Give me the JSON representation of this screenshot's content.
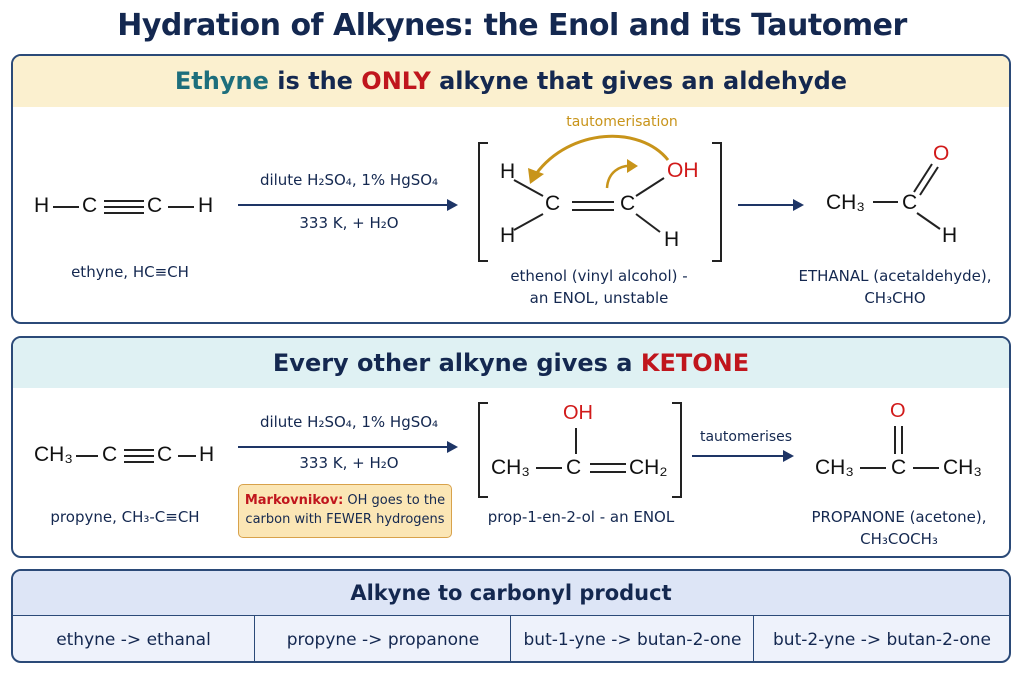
{
  "title": "Hydration of Alkynes: the Enol and its Tautomer",
  "panel1": {
    "heading": {
      "part1": "Ethyne",
      "part2": " is the ",
      "part3": "ONLY",
      "part4": " alkyne that gives an aldehyde"
    },
    "reactant_label": "ethyne, HC≡CH",
    "conditions_top": "dilute H₂SO₄, 1% HgSO₄",
    "conditions_bottom": "333 K, + H₂O",
    "tautomerisation_label": "tautomerisation",
    "enol_label_line1": "ethenol (vinyl alcohol) -",
    "enol_label_line2": "an ENOL, unstable",
    "product_label_line1": "ETHANAL (acetaldehyde),",
    "product_label_line2": "CH₃CHO"
  },
  "panel2": {
    "heading": {
      "part1": "Every other alkyne gives a ",
      "part2": "KETONE"
    },
    "reactant_label": "propyne, CH₃-C≡CH",
    "conditions_top": "dilute H₂SO₄, 1% HgSO₄",
    "conditions_bottom": "333 K, + H₂O",
    "note_bold": "Markovnikov:",
    "note_line1": " OH goes to the",
    "note_line2": "carbon with FEWER hydrogens",
    "enol_label": "prop-1-en-2-ol - an ENOL",
    "tautomerises_label": "tautomerises",
    "product_label_line1": "PROPANONE (acetone),",
    "product_label_line2": "CH₃COCH₃"
  },
  "panel3": {
    "heading": "Alkyne to carbonyl product",
    "cells": [
      "ethyne -> ethanal",
      "propyne -> propanone",
      "but-1-yne -> butan-2-one",
      "but-2-yne -> butan-2-one"
    ]
  },
  "atoms": {
    "H": "H",
    "C": "C",
    "O": "O",
    "OH": "OH",
    "CH3": "CH₃",
    "CH2": "CH₂"
  },
  "colors": {
    "navy": "#142850",
    "red": "#c0161d",
    "teal": "#1d6e7c",
    "gold": "#c8941a",
    "band1": "#fbf0cf",
    "band2": "#dff1f3",
    "band3": "#dde5f6"
  }
}
